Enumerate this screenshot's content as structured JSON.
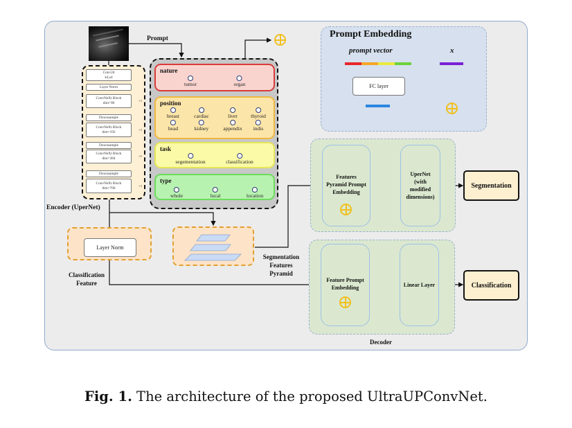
{
  "figure": {
    "caption_prefix": "Fig. 1.",
    "caption_text": " The architecture of the proposed UltraUPConvNet."
  },
  "input": {
    "image_label": "ultrasound-image",
    "prompt_label": "Prompt"
  },
  "encoder": {
    "title": "Encoder (UperNet)",
    "blocks": [
      {
        "line1": "Conv2d",
        "line2": "k4,s4"
      },
      {
        "line1": "Layer Norm",
        "line2": ""
      },
      {
        "line1": "ConvNeXt Block",
        "line2": "dim=96",
        "repeat": "×3"
      },
      {
        "line1": "Downsample",
        "line2": ""
      },
      {
        "line1": "ConvNeXt Block",
        "line2": "dim=192",
        "repeat": "×3"
      },
      {
        "line1": "Downsample",
        "line2": ""
      },
      {
        "line1": "ConvNeXt Block",
        "line2": "dim=384",
        "repeat": "×9"
      },
      {
        "line1": "Downsample",
        "line2": ""
      },
      {
        "line1": "ConvNeXt Block",
        "line2": "dim=768",
        "repeat": "×3"
      }
    ]
  },
  "prompt_categories": [
    {
      "name": "nature",
      "options": [
        "tumor",
        "organ"
      ],
      "color": "#f9d4cf",
      "border": "#d93a3a"
    },
    {
      "name": "position",
      "options": [
        "breast",
        "cardiac",
        "liver",
        "thyroid",
        "head",
        "kidney",
        "appendix",
        "indis"
      ],
      "color": "#fce5a8",
      "border": "#f0b840"
    },
    {
      "name": "task",
      "options": [
        "segementation",
        "classification"
      ],
      "color": "#fbfaa6",
      "border": "#e6e65a"
    },
    {
      "name": "type",
      "options": [
        "whole",
        "local",
        "location"
      ],
      "color": "#b8f2b0",
      "border": "#6cdc5c"
    }
  ],
  "prompt_embedding": {
    "title": "Prompt Embedding",
    "vector_label": "prompt vector",
    "x_label": "x",
    "fc_label": "FC layer",
    "vector_colors": [
      "#e8252a",
      "#f5a623",
      "#e9ea3a",
      "#6fd13b"
    ],
    "x_color": "#7b1fd6",
    "fc_out_color": "#2a86e0",
    "add_color": "#f0c020"
  },
  "classification_feature": {
    "box_label": "Layer Norm",
    "caption": "Classification\nFeature"
  },
  "segmentation_pyramid": {
    "caption_line1": "Segmentation",
    "caption_line2": "Features",
    "caption_line3": "Pyramid"
  },
  "decoder": {
    "title": "Decoder",
    "seg_branch": {
      "embed_label_lines": [
        "Features",
        "Pyramid Prompt",
        "Embedding"
      ],
      "head_label_lines": [
        "UperNet",
        "(with",
        "modified",
        "dimensions)"
      ],
      "output": "Segmentation"
    },
    "cls_branch": {
      "embed_label_lines": [
        "Feature Prompt",
        "Embedding"
      ],
      "head_label": "Linear Layer",
      "output": "Classification"
    }
  }
}
